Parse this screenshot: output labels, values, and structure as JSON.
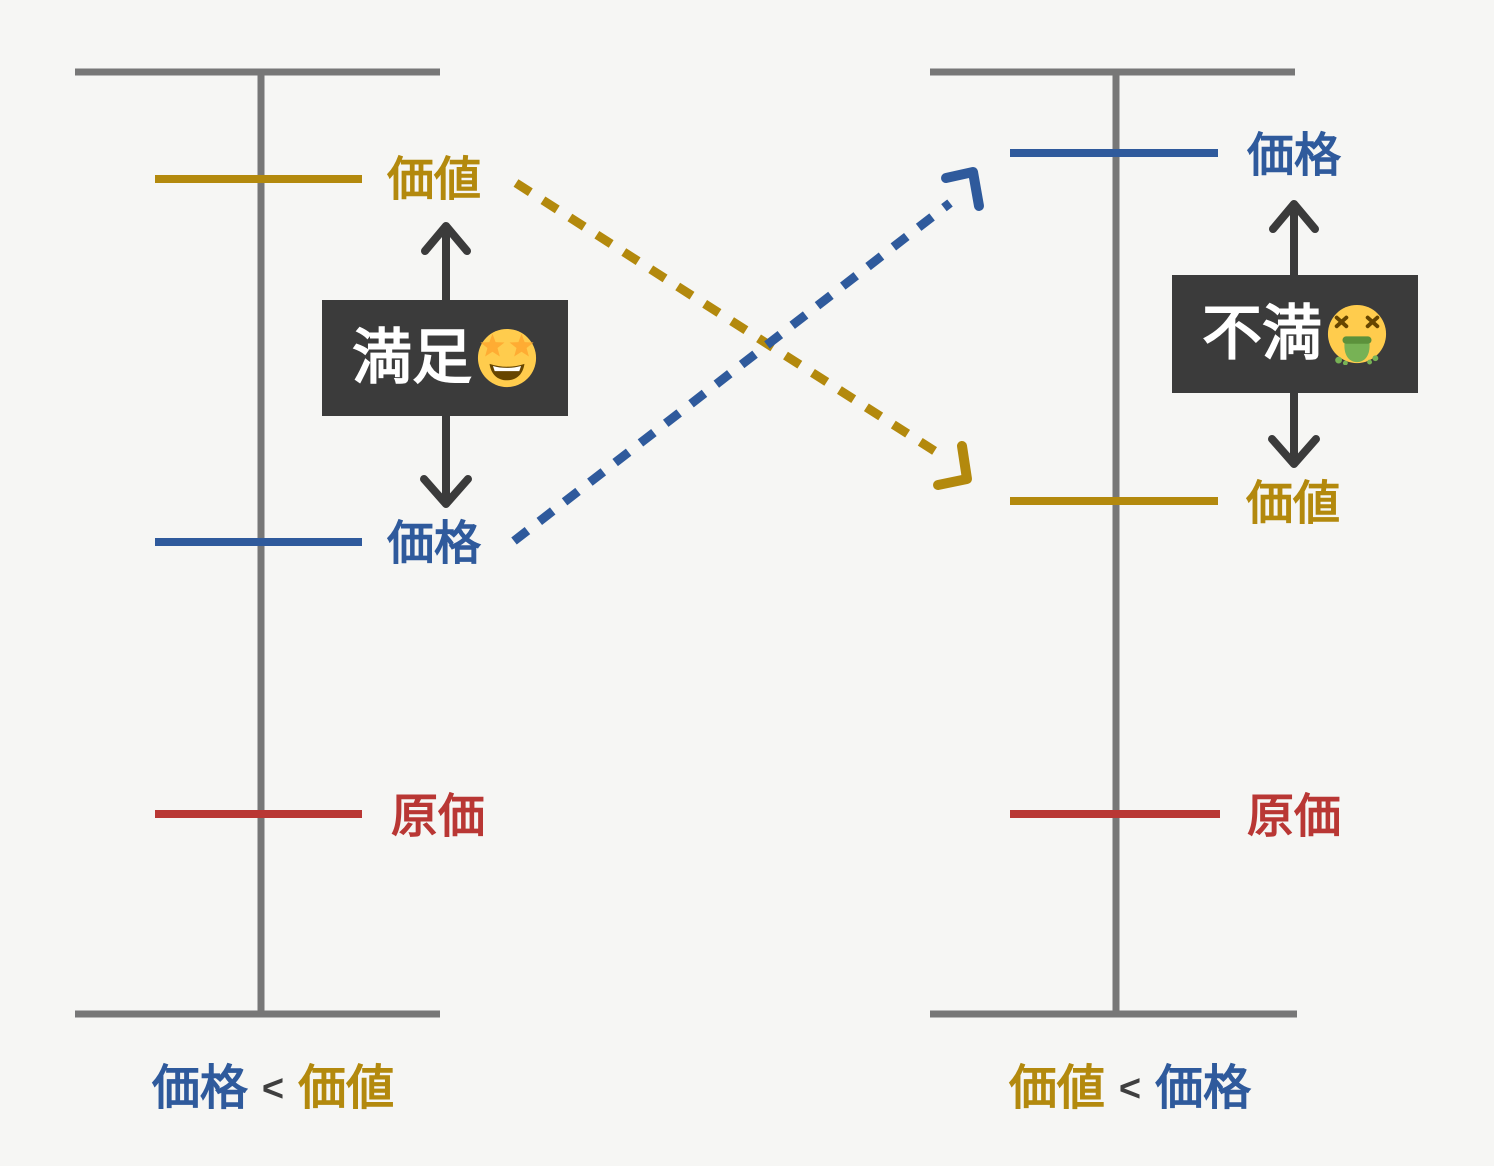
{
  "colors": {
    "background": "#F6F6F4",
    "scale_gray": "#777777",
    "gold": "#B3890D",
    "blue": "#2F5A9C",
    "red": "#B93734",
    "dark": "#3B3B3B",
    "white": "#FFFFFF"
  },
  "left_panel": {
    "value_label": "価値",
    "price_label": "価格",
    "cost_label": "原価",
    "badge": {
      "text": "満足",
      "emoji_char": "🤩",
      "emoji_name": "star-struck"
    },
    "formula": {
      "lhs": "価格",
      "operator": "<",
      "rhs": "価値"
    }
  },
  "right_panel": {
    "price_label": "価格",
    "value_label": "価値",
    "cost_label": "原価",
    "badge": {
      "text": "不満",
      "emoji_char": "🤮",
      "emoji_name": "face-vomiting"
    },
    "formula": {
      "lhs": "価値",
      "operator": "<",
      "rhs": "価格"
    }
  }
}
